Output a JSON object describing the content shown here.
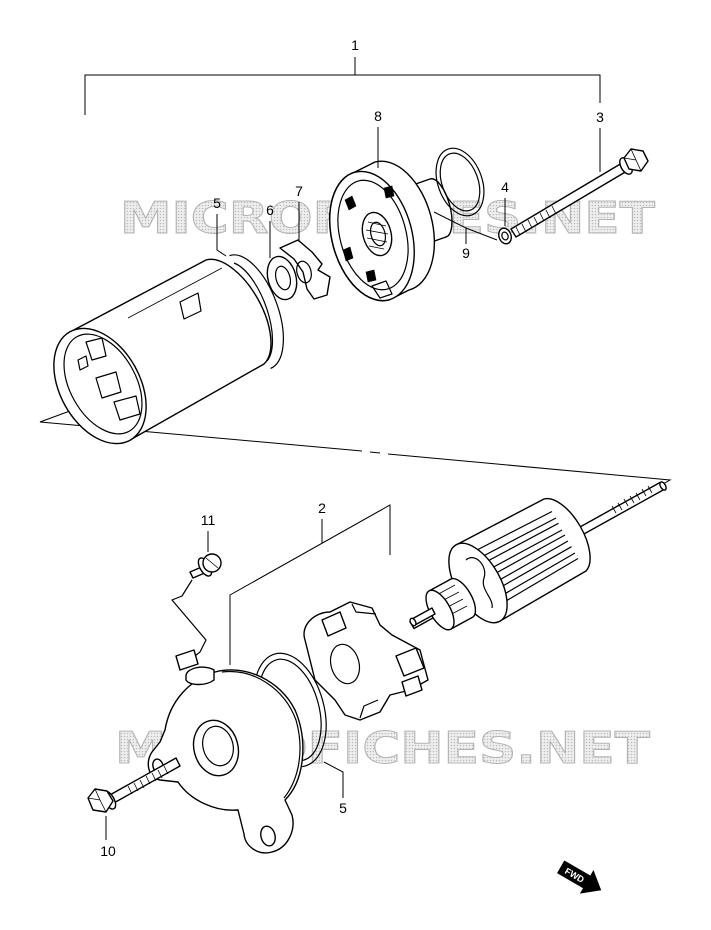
{
  "callouts": {
    "c1": "1",
    "c2": "2",
    "c3": "3",
    "c4": "4",
    "c5_top": "5",
    "c5_bottom": "5",
    "c6": "6",
    "c7": "7",
    "c8": "8",
    "c9": "9",
    "c10": "10",
    "c11": "11"
  },
  "watermark": {
    "text": "MICROFICHES.NET"
  },
  "fwd_label": "FWD",
  "colors": {
    "line": "#000000",
    "background": "#ffffff",
    "watermark": "#c8c8c8"
  }
}
